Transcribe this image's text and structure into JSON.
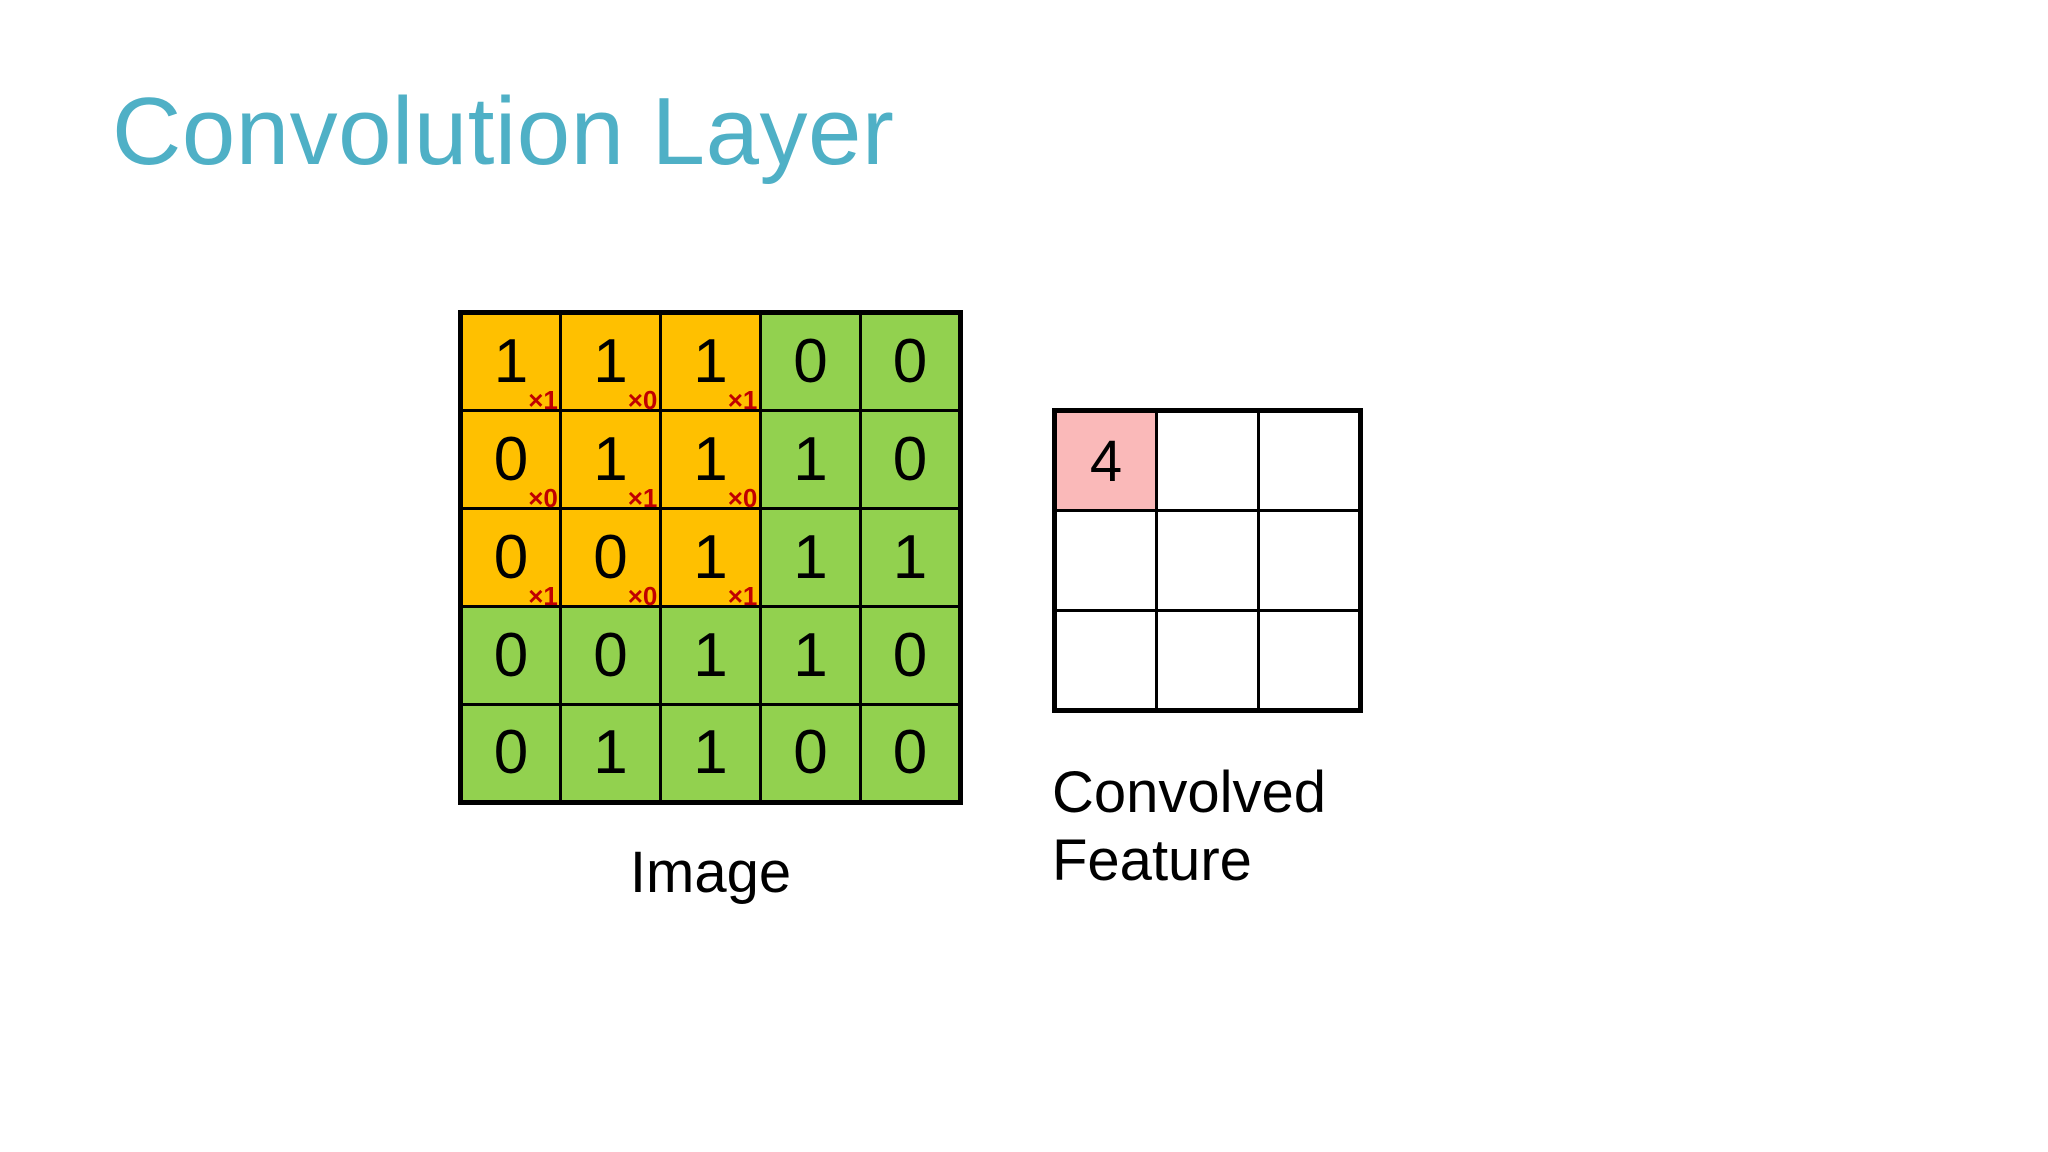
{
  "slide": {
    "title": "Convolution Layer",
    "title_color": "#4FB0C6",
    "background": "#ffffff"
  },
  "colors": {
    "kernel_cell": "#FFC000",
    "plain_cell": "#92D14F",
    "weight_text": "#C00000",
    "highlight_cell": "#FAB9B9",
    "grid_line": "#000000",
    "digit_text": "#000000"
  },
  "image_block": {
    "caption": "Image",
    "rows": 5,
    "cols": 5,
    "cells": [
      [
        {
          "value": "1",
          "weight": "×1",
          "kernel": true
        },
        {
          "value": "1",
          "weight": "×0",
          "kernel": true
        },
        {
          "value": "1",
          "weight": "×1",
          "kernel": true
        },
        {
          "value": "0",
          "weight": "",
          "kernel": false
        },
        {
          "value": "0",
          "weight": "",
          "kernel": false
        }
      ],
      [
        {
          "value": "0",
          "weight": "×0",
          "kernel": true
        },
        {
          "value": "1",
          "weight": "×1",
          "kernel": true
        },
        {
          "value": "1",
          "weight": "×0",
          "kernel": true
        },
        {
          "value": "1",
          "weight": "",
          "kernel": false
        },
        {
          "value": "0",
          "weight": "",
          "kernel": false
        }
      ],
      [
        {
          "value": "0",
          "weight": "×1",
          "kernel": true
        },
        {
          "value": "0",
          "weight": "×0",
          "kernel": true
        },
        {
          "value": "1",
          "weight": "×1",
          "kernel": true
        },
        {
          "value": "1",
          "weight": "",
          "kernel": false
        },
        {
          "value": "1",
          "weight": "",
          "kernel": false
        }
      ],
      [
        {
          "value": "0",
          "weight": "",
          "kernel": false
        },
        {
          "value": "0",
          "weight": "",
          "kernel": false
        },
        {
          "value": "1",
          "weight": "",
          "kernel": false
        },
        {
          "value": "1",
          "weight": "",
          "kernel": false
        },
        {
          "value": "0",
          "weight": "",
          "kernel": false
        }
      ],
      [
        {
          "value": "0",
          "weight": "",
          "kernel": false
        },
        {
          "value": "1",
          "weight": "",
          "kernel": false
        },
        {
          "value": "1",
          "weight": "",
          "kernel": false
        },
        {
          "value": "0",
          "weight": "",
          "kernel": false
        },
        {
          "value": "0",
          "weight": "",
          "kernel": false
        }
      ]
    ]
  },
  "feature_block": {
    "caption": "Convolved\nFeature",
    "rows": 3,
    "cols": 3,
    "cells": [
      [
        {
          "value": "4",
          "highlight": true
        },
        {
          "value": "",
          "highlight": false
        },
        {
          "value": "",
          "highlight": false
        }
      ],
      [
        {
          "value": "",
          "highlight": false
        },
        {
          "value": "",
          "highlight": false
        },
        {
          "value": "",
          "highlight": false
        }
      ],
      [
        {
          "value": "",
          "highlight": false
        },
        {
          "value": "",
          "highlight": false
        },
        {
          "value": "",
          "highlight": false
        }
      ]
    ]
  },
  "chart_data": {
    "type": "table",
    "title": "Convolution Layer",
    "image_matrix": [
      [
        1,
        1,
        1,
        0,
        0
      ],
      [
        0,
        1,
        1,
        1,
        0
      ],
      [
        0,
        0,
        1,
        1,
        1
      ],
      [
        0,
        0,
        1,
        1,
        0
      ],
      [
        0,
        1,
        1,
        0,
        0
      ]
    ],
    "kernel_weights": [
      [
        1,
        0,
        1
      ],
      [
        0,
        1,
        0
      ],
      [
        1,
        0,
        1
      ]
    ],
    "convolved_feature": [
      [
        4,
        null,
        null
      ],
      [
        null,
        null,
        null
      ],
      [
        null,
        null,
        null
      ]
    ],
    "labels": [
      "Image",
      "Convolved Feature"
    ]
  }
}
